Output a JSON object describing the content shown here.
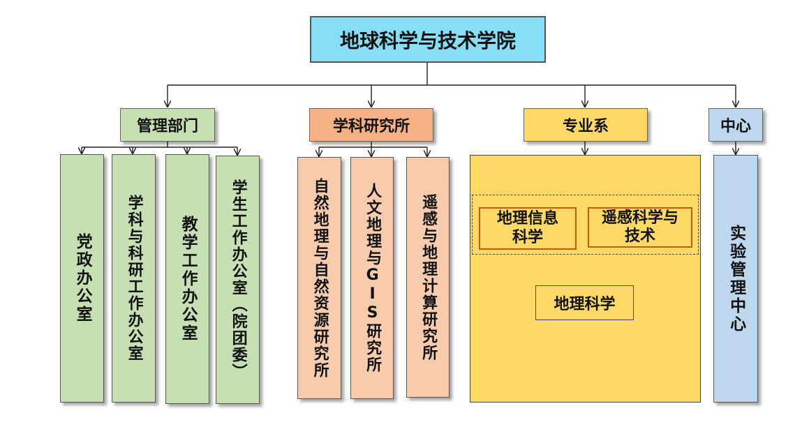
{
  "root": {
    "label": "地球科学与技术学院",
    "color": "#87dff7"
  },
  "categories": [
    {
      "label": "管理部门",
      "color": "#c6e0b4"
    },
    {
      "label": "学科研究所",
      "color": "#f4b183"
    },
    {
      "label": "专业系",
      "color": "#ffd966"
    },
    {
      "label": "中心",
      "color": "#bdd7ee"
    }
  ],
  "management_units": [
    "党政办公室",
    "学科与科研工作办公室",
    "教学工作办公室",
    "学生工作办公室（院团委）"
  ],
  "institutes": [
    "自然地理与自然资源研究所",
    "人文地理与GIS研究所",
    "遥感与地理计算研究所"
  ],
  "departments": {
    "majors": [
      "地理信息科学",
      "遥感科学与技术"
    ],
    "base": "地理科学"
  },
  "center_unit": "实验管理中心",
  "colors": {
    "management_fill": "#c6e0b4",
    "institute_fill": "#f8cbad",
    "department_fill": "#ffd966",
    "center_fill": "#bdd7ee",
    "orange_border": "#c55a11"
  }
}
